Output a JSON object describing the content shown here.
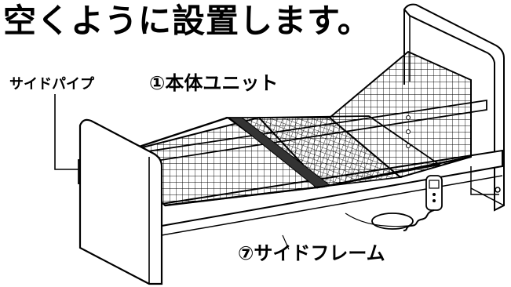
{
  "heading": "空くように設置します。",
  "labels": {
    "side_pipe": "サイドパイプ",
    "main_unit": "①本体ユニット",
    "side_frame": "⑦サイドフレーム"
  }
}
